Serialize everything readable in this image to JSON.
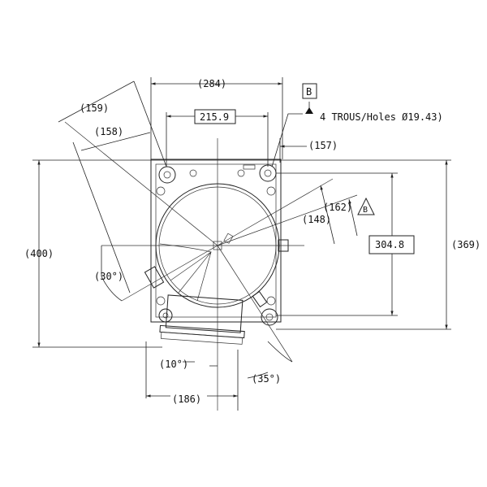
{
  "drawing": {
    "dims": {
      "width_overall": "(284)",
      "hole_spacing_x": "215.9",
      "angle_len_1": "(159)",
      "angle_len_2": "(158)",
      "offset_157": "(157)",
      "height_overall": "(400)",
      "height_369": "(369)",
      "hole_spacing_y": "304.8",
      "diag_162": "(162)",
      "diag_148": "(148)",
      "angle_30": "(30°)",
      "angle_10": "(10°)",
      "angle_35": "(35°)",
      "box_width": "(186)"
    },
    "datum_label": "B",
    "datum_label_2": "B",
    "holes_note": "4 TROUS/Holes Ø19.43)"
  }
}
